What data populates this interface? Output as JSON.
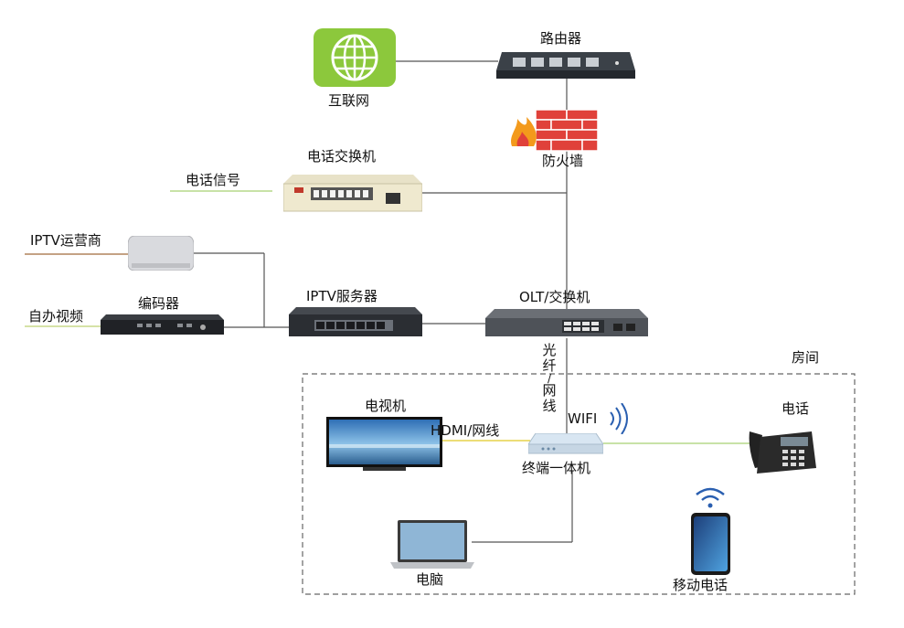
{
  "labels": {
    "internet": "互联网",
    "router": "路由器",
    "firewall": "防火墙",
    "pbx": "电话交换机",
    "phone_signal": "电话信号",
    "iptv_operator": "IPTV运营商",
    "encoder": "编码器",
    "self_video": "自办视频",
    "iptv_server": "IPTV服务器",
    "olt_switch": "OLT/交换机",
    "fiber_cable": [
      "光",
      "纤",
      "/",
      "网",
      "线"
    ],
    "room": "房间",
    "tv": "电视机",
    "hdmi": "HDMI/网线",
    "wifi": "WIFI",
    "terminal": "终端一体机",
    "telephone": "电话",
    "computer": "电脑",
    "mobile": "移动电话"
  },
  "colors": {
    "line": "#555555",
    "accent_line": "#b5d88a",
    "globe_green": "#8cc83c",
    "wifi_blue": "#2a5fb0",
    "brick": "#e0413a",
    "flame": "#f39a1c"
  }
}
